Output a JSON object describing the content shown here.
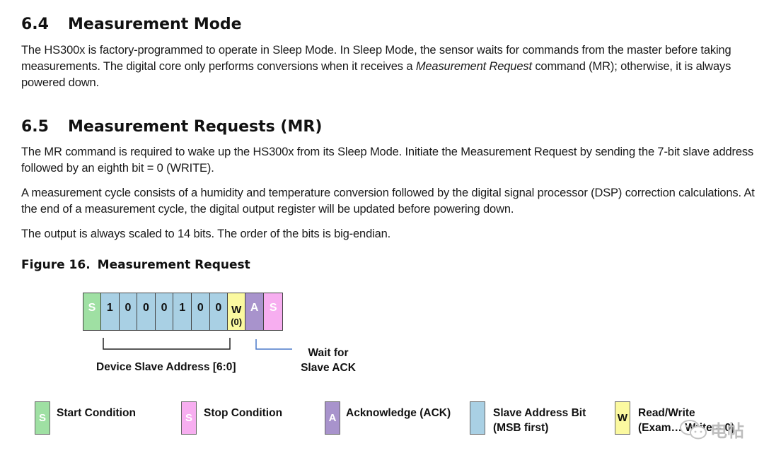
{
  "sections": [
    {
      "number": "6.4",
      "title": "Measurement Mode",
      "paragraphs": [
        {
          "before": "The HS300x is factory-programmed to operate in Sleep Mode. In Sleep Mode, the sensor waits for commands from the master before taking measurements. The digital core only performs conversions when it receives a ",
          "italic": "Measurement Request",
          "after": " command (MR); otherwise, it is always powered down."
        }
      ]
    },
    {
      "number": "6.5",
      "title": "Measurement Requests (MR)",
      "paragraphs": [
        "The MR command is required to wake up the HS300x from its Sleep Mode. Initiate the Measurement Request by sending the 7-bit slave address followed by an eighth bit = 0 (WRITE).",
        "A measurement cycle consists of a humidity and temperature conversion followed by the digital signal processor (DSP) correction calculations. At the end of a measurement cycle, the digital output register will be updated before powering down.",
        "The output is always scaled to 14 bits. The order of the bits is big-endian."
      ]
    }
  ],
  "figure": {
    "number": "Figure 16.",
    "title": "Measurement Request",
    "frame": {
      "start": "S",
      "bits": [
        "1",
        "0",
        "0",
        "0",
        "1",
        "0",
        "0"
      ],
      "rw": "W",
      "rw_value": "(0)",
      "ack": "A",
      "stop": "S"
    },
    "address_label": "Device Slave Address [6:0]",
    "ack_label_line1": "Wait for",
    "ack_label_line2": "Slave ACK",
    "legend": [
      {
        "symbol": "S",
        "line1": "Start Condition",
        "line2": "",
        "color": "#9fe0a3"
      },
      {
        "symbol": "S",
        "line1": "Stop Condition",
        "line2": "",
        "color": "#f7aef0"
      },
      {
        "symbol": "A",
        "line1": "Acknowledge (ACK)",
        "line2": "",
        "color": "#a893cc"
      },
      {
        "symbol": "",
        "line1": "Slave Address Bit",
        "line2": "(MSB first)",
        "color": "#a9d0e4"
      },
      {
        "symbol": "W",
        "line1": "Read/Write",
        "line2": "(Exam… Write = 0)",
        "color": "#fbf9a0"
      }
    ],
    "watermark": "电帖"
  },
  "colors": {
    "start": "#9fe0a3",
    "stop": "#f7aef0",
    "ack": "#a893cc",
    "address_bit": "#a9d0e4",
    "read_write": "#fbf9a0",
    "ack_bracket": "#4a78c8"
  }
}
